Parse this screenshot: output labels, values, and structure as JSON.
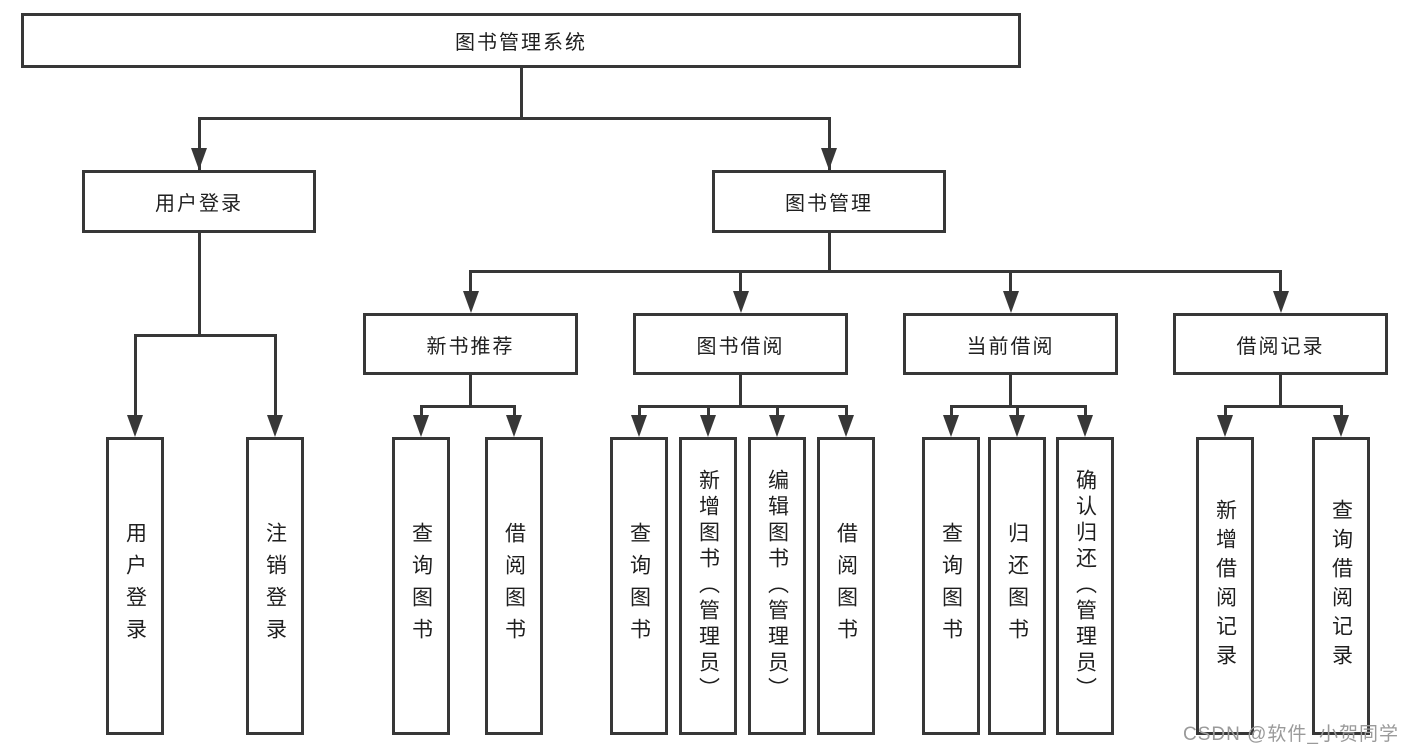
{
  "diagram": {
    "root": {
      "label": "图书管理系统"
    },
    "level2": {
      "user_login": {
        "label": "用户登录"
      },
      "book_mgmt": {
        "label": "图书管理"
      }
    },
    "level3": {
      "new_book_rec": {
        "label": "新书推荐"
      },
      "book_borrow": {
        "label": "图书借阅"
      },
      "current_borrow": {
        "label": "当前借阅"
      },
      "borrow_record": {
        "label": "借阅记录"
      }
    },
    "leaves": {
      "user_login": {
        "label": "用户登录"
      },
      "logout": {
        "label": "注销登录"
      },
      "query_book_rec": {
        "label": "查询图书"
      },
      "borrow_book_rec": {
        "label": "借阅图书"
      },
      "query_book_borrow": {
        "label": "查询图书"
      },
      "add_book_admin": {
        "label": "新增图书（管理员）"
      },
      "edit_book_admin": {
        "label": "编辑图书（管理员）"
      },
      "borrow_book_borrow": {
        "label": "借阅图书"
      },
      "query_book_current": {
        "label": "查询图书"
      },
      "return_book": {
        "label": "归还图书"
      },
      "confirm_return_admin": {
        "label": "确认归还（管理员）"
      },
      "add_borrow_record": {
        "label": "新增借阅记录"
      },
      "query_borrow_record": {
        "label": "查询借阅记录"
      }
    }
  },
  "watermark": {
    "text": "CSDN @软件_小贺同学"
  },
  "colors": {
    "line": "#373737",
    "text": "#1f1f1f",
    "watermark": "#9a9a9a",
    "bg": "#ffffff"
  }
}
